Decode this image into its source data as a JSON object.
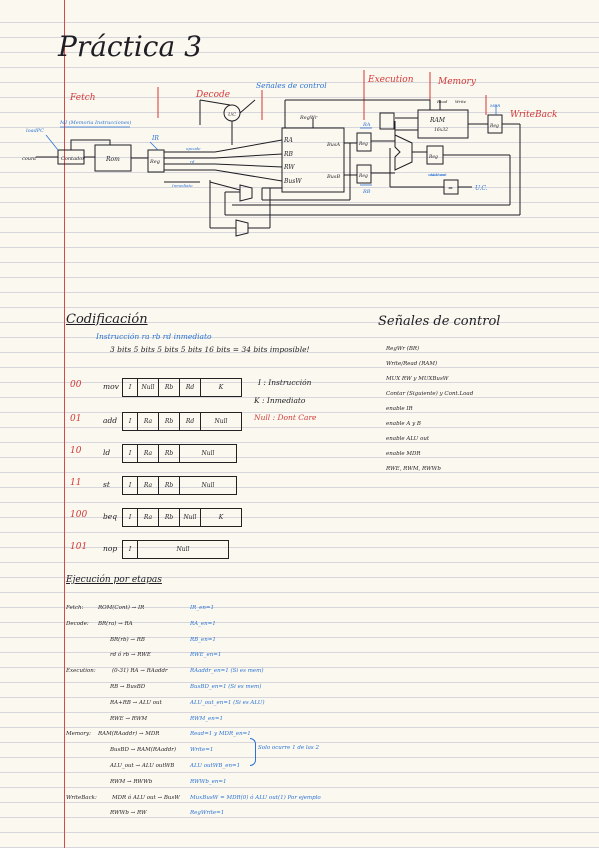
{
  "page": {
    "title": "Práctica 3"
  },
  "diagram": {
    "stages": {
      "fetch": "Fetch",
      "decode": "Decode",
      "execution": "Execution",
      "memory": "Memory",
      "writeback": "WriteBack"
    },
    "labels": {
      "senales_control": "Señales de control",
      "uc": "UC",
      "mi": "MI (Memoria Instrucciones)",
      "loadpc": "loadPC",
      "count": "count",
      "contador": "Contador",
      "rom": "Rom",
      "ir": "IR",
      "reg": "Reg",
      "regwr": "RegWr",
      "ra": "RA",
      "rb": "RB",
      "rw": "RW",
      "busw": "BusW",
      "busa": "BusA",
      "busb": "BusB",
      "ram": "RAM",
      "ram_size": "16x32",
      "read": "Read",
      "write": "Write",
      "mdr": "MDR",
      "aluout": "ALU out",
      "uc2": "U.C.",
      "eq": "=",
      "imm": "Inmediato",
      "rd": "rd",
      "opcode": "opcode"
    }
  },
  "codificacion": {
    "heading": "Codificación",
    "fields_line": "Instrucción   ra   rb   rd   inmediato",
    "bits_line": "3 bits    5 bits  5 bits  5 bits   16 bits   = 34 bits   imposible!",
    "instructions": [
      {
        "code": "00",
        "mnemonic": "mov",
        "fields": [
          "I",
          "Null",
          "Rb",
          "Rd",
          "K"
        ]
      },
      {
        "code": "01",
        "mnemonic": "add",
        "fields": [
          "I",
          "Ra",
          "Rb",
          "Rd",
          "Null"
        ]
      },
      {
        "code": "10",
        "mnemonic": "ld",
        "fields": [
          "I",
          "Ra",
          "Rb",
          "Null"
        ]
      },
      {
        "code": "11",
        "mnemonic": "st",
        "fields": [
          "I",
          "Ra",
          "Rb",
          "Null"
        ]
      },
      {
        "code": "100",
        "mnemonic": "beq",
        "fields": [
          "I",
          "Ra",
          "Rb",
          "Null",
          "K"
        ]
      },
      {
        "code": "101",
        "mnemonic": "nop",
        "fields": [
          "I",
          "Null"
        ]
      }
    ],
    "legend": [
      {
        "text": "I : Instrucción",
        "color": "#1e1e24"
      },
      {
        "text": "K : Inmediato",
        "color": "#1e1e24"
      },
      {
        "text": "Null : Dont Care",
        "color": "#d23a3a"
      }
    ]
  },
  "senales": {
    "heading": "Señales de control",
    "items": [
      "RegWr (BR)",
      "Write/Read (RAM)",
      "MUX RW  y  MUXBusW",
      "Contar (Siguiente) y Cont.Load",
      "enable IR",
      "enable A y B",
      "enable ALU out",
      "enable MDR",
      "RWE, RWM, RWWb"
    ]
  },
  "ejecucion": {
    "heading": "Ejecución por etapas",
    "rows": [
      {
        "stage": "Fetch:",
        "expr": "ROM(Cont) → IR",
        "signal": "IR_en=1"
      },
      {
        "stage": "Decode:",
        "expr": "BR(ra) → RA",
        "signal": "RA_en=1"
      },
      {
        "stage": "",
        "expr": "BR(rb) → RB",
        "signal": "RB_en=1"
      },
      {
        "stage": "",
        "expr": "rd ó rb → RWE",
        "signal": "RWE_en=1"
      },
      {
        "stage": "Execution:",
        "expr": "(0-31) RA → RAaddr",
        "signal": "RAaddr_en=1  (Si es mem)"
      },
      {
        "stage": "",
        "expr": "RB → BusBD",
        "signal": "BusBD_en=1  (Si es mem)"
      },
      {
        "stage": "",
        "expr": "RA+RB → ALU out",
        "signal": "ALU_out_en=1  (Si es ALU)"
      },
      {
        "stage": "",
        "expr": "RWE → RWM",
        "signal": "RWM_en=1"
      },
      {
        "stage": "Memory:",
        "expr": "RAM(RAaddr) → MDR",
        "signal": "Read=1 y MDR_en=1"
      },
      {
        "stage": "",
        "expr": "BusBD → RAM(RAaddr)",
        "signal": "Write=1"
      },
      {
        "stage": "",
        "expr": "ALU_out → ALU outWB",
        "signal": "ALU outWB_en=1"
      },
      {
        "stage": "",
        "expr": "RWM → RWWb",
        "signal": "RWWb_en=1"
      },
      {
        "stage": "WriteBack:",
        "expr": "MDR ó ALU out → BusW",
        "signal": "MuxBusW = MDR(0) ó ALU out(1)  Por ejemplo"
      },
      {
        "stage": "",
        "expr": "RWWb → RW",
        "signal": "RegWrite=1"
      }
    ],
    "brace_note": "Solo ocurre 1 de las 2"
  }
}
